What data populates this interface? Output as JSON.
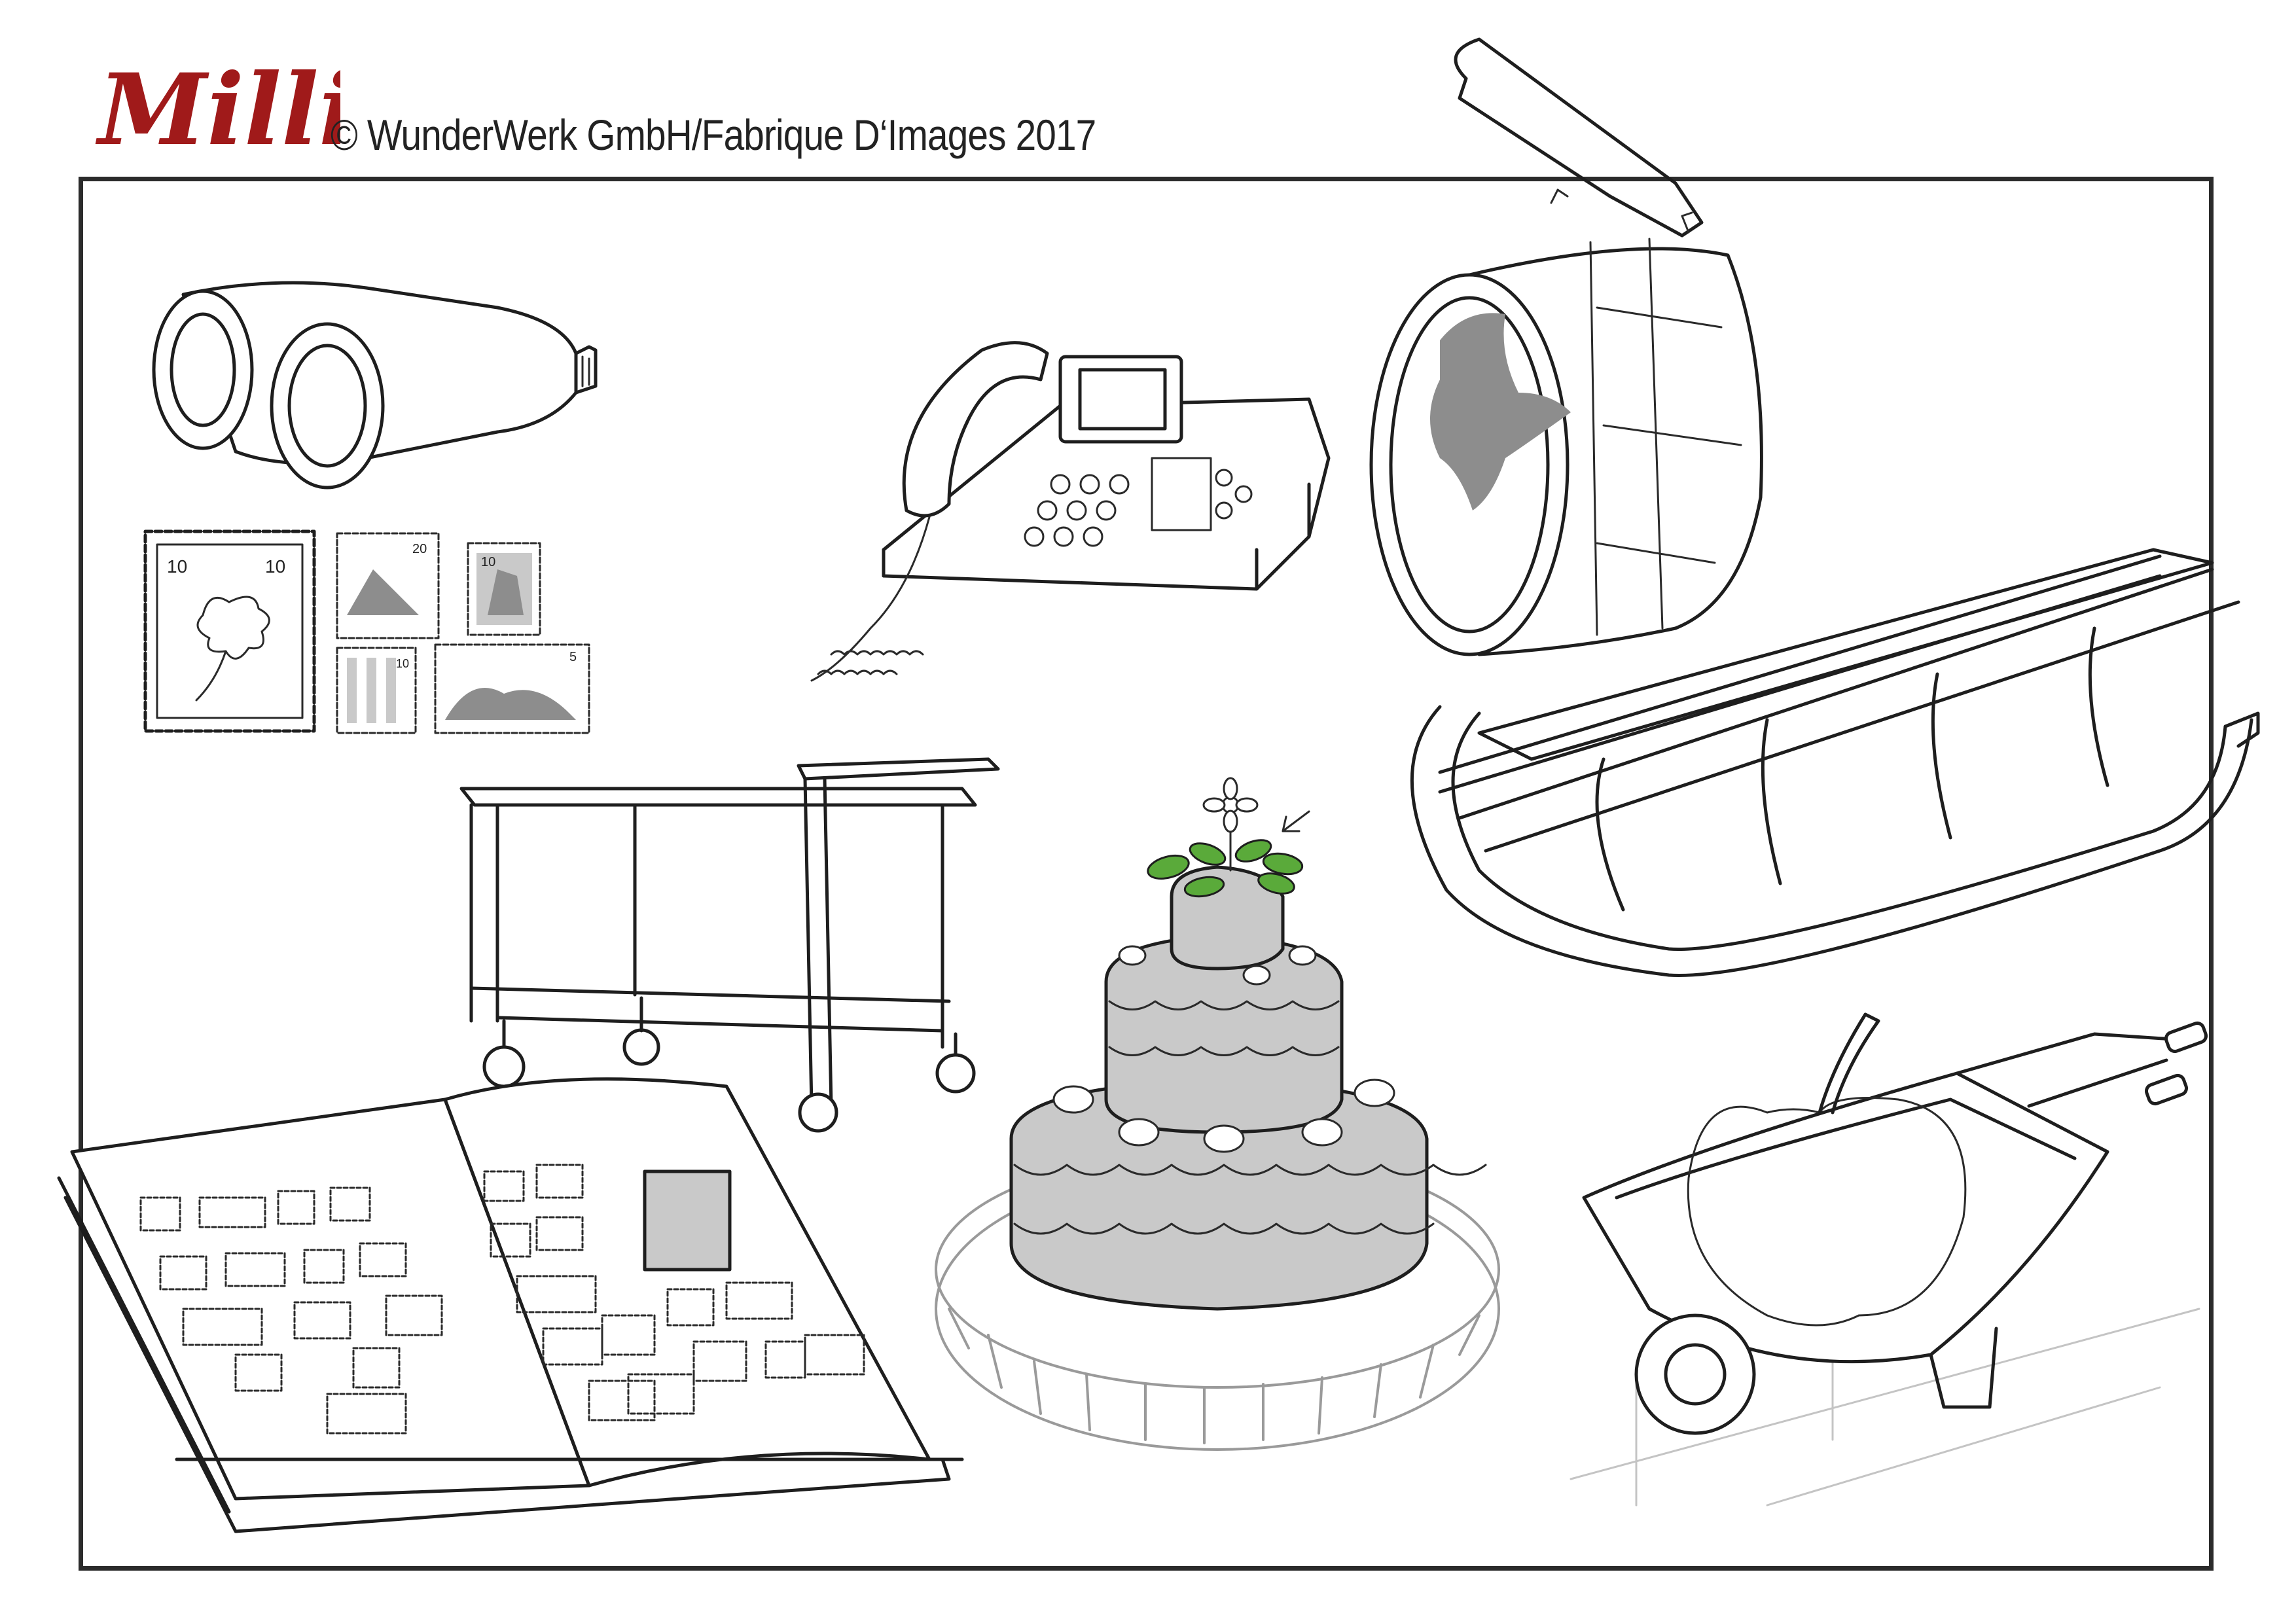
{
  "header": {
    "logo_text": "Millie",
    "copyright": "© WunderWerk GmbH/Fabrique D‘Images 2017"
  },
  "colors": {
    "logo": "#a01a1a",
    "ink": "#1e1e1e",
    "grey_fill": "#8d8d8d",
    "leaf_green": "#5aaa3a"
  },
  "stamps": [
    {
      "value_left": "10",
      "value_right": "10",
      "motif": "flower"
    },
    {
      "value": "20",
      "motif": "rock-coast"
    },
    {
      "value": "10",
      "motif": "cliff"
    },
    {
      "value": "10",
      "motif": "stripes"
    },
    {
      "value": "5",
      "motif": "hills"
    }
  ],
  "items": [
    "binoculars-icon",
    "stamps-icon",
    "desk-telephone-icon",
    "round-bag-icon",
    "sled-icon",
    "serving-trolley-icon",
    "layered-cake-icon",
    "tractor-tire-icon",
    "stamp-album-icon",
    "wheelbarrow-icon",
    "giant-apple-icon"
  ]
}
